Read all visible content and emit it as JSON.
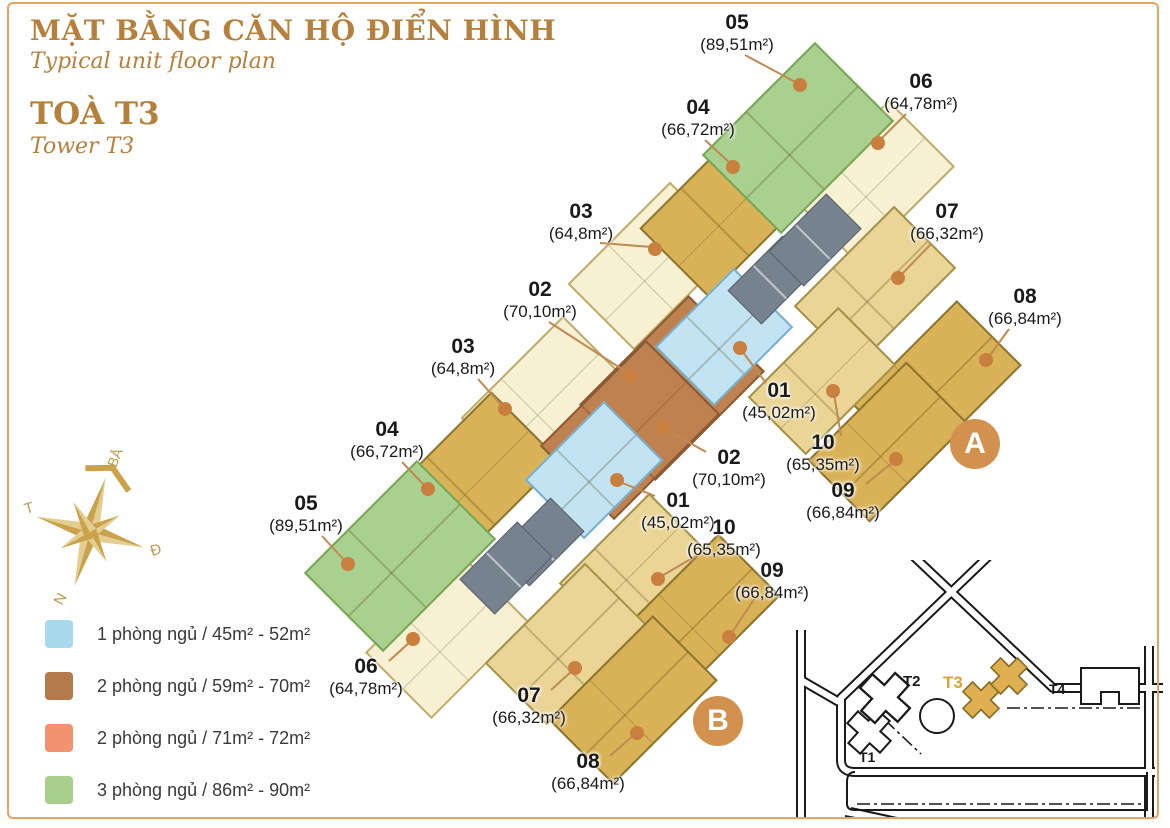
{
  "header": {
    "title_vi": "MẶT BẰNG CĂN HỘ ĐIỂN HÌNH",
    "title_en": "Typical unit floor plan",
    "tower_vi": "TOÀ T3",
    "tower_en": "Tower T3"
  },
  "compass": {
    "north": "BẮC",
    "east": "Đ",
    "south": "N",
    "west": "T"
  },
  "legend": {
    "items": [
      {
        "color": "#A9D9EC",
        "label": "1 phòng ngủ / 45m² - 52m²"
      },
      {
        "color": "#B5794C",
        "label": "2 phòng ngủ / 59m² - 70m²"
      },
      {
        "color": "#F2926E",
        "label": "2 phòng ngủ / 71m² - 72m²"
      },
      {
        "color": "#A8CF8B",
        "label": "3 phòng ngủ / 86m² - 90m²"
      }
    ]
  },
  "plan": {
    "wings": [
      {
        "badge": "A",
        "units": [
          {
            "id": "A01",
            "no": "01",
            "area": "(45,02m²)",
            "type": "blue"
          },
          {
            "id": "A02",
            "no": "02",
            "area": "(70,10m²)",
            "type": "brown"
          },
          {
            "id": "A03",
            "no": "03",
            "area": "(64,8m²)",
            "type": "cream"
          },
          {
            "id": "A04",
            "no": "04",
            "area": "(66,72m²)",
            "type": "gold"
          },
          {
            "id": "A05",
            "no": "05",
            "area": "(89,51m²)",
            "type": "green"
          },
          {
            "id": "A06",
            "no": "06",
            "area": "(64,78m²)",
            "type": "cream"
          },
          {
            "id": "A07",
            "no": "07",
            "area": "(66,32m²)",
            "type": "tan"
          },
          {
            "id": "A08",
            "no": "08",
            "area": "(66,84m²)",
            "type": "gold"
          },
          {
            "id": "A09",
            "no": "09",
            "area": "(66,84m²)",
            "type": "gold"
          },
          {
            "id": "A10",
            "no": "10",
            "area": "(65,35m²)",
            "type": "tan"
          }
        ]
      },
      {
        "badge": "B",
        "units": [
          {
            "id": "B01",
            "no": "01",
            "area": "(45,02m²)",
            "type": "blue"
          },
          {
            "id": "B02",
            "no": "02",
            "area": "(70,10m²)",
            "type": "brown"
          },
          {
            "id": "B03",
            "no": "03",
            "area": "(64,8m²)",
            "type": "cream"
          },
          {
            "id": "B04",
            "no": "04",
            "area": "(66,72m²)",
            "type": "gold"
          },
          {
            "id": "B05",
            "no": "05",
            "area": "(89,51m²)",
            "type": "green"
          },
          {
            "id": "B06",
            "no": "06",
            "area": "(64,78m²)",
            "type": "cream"
          },
          {
            "id": "B07",
            "no": "07",
            "area": "(66,32m²)",
            "type": "tan"
          },
          {
            "id": "B08",
            "no": "08",
            "area": "(66,84m²)",
            "type": "gold"
          },
          {
            "id": "B09",
            "no": "09",
            "area": "(66,84m²)",
            "type": "gold"
          },
          {
            "id": "B10",
            "no": "10",
            "area": "(65,35m²)",
            "type": "tan"
          }
        ]
      }
    ]
  },
  "sitemap": {
    "towers": [
      {
        "name": "T1",
        "highlight": false
      },
      {
        "name": "T2",
        "highlight": false
      },
      {
        "name": "T3",
        "highlight": true
      },
      {
        "name": "T4",
        "highlight": false
      }
    ],
    "highlight_color": "#D9A33B"
  }
}
